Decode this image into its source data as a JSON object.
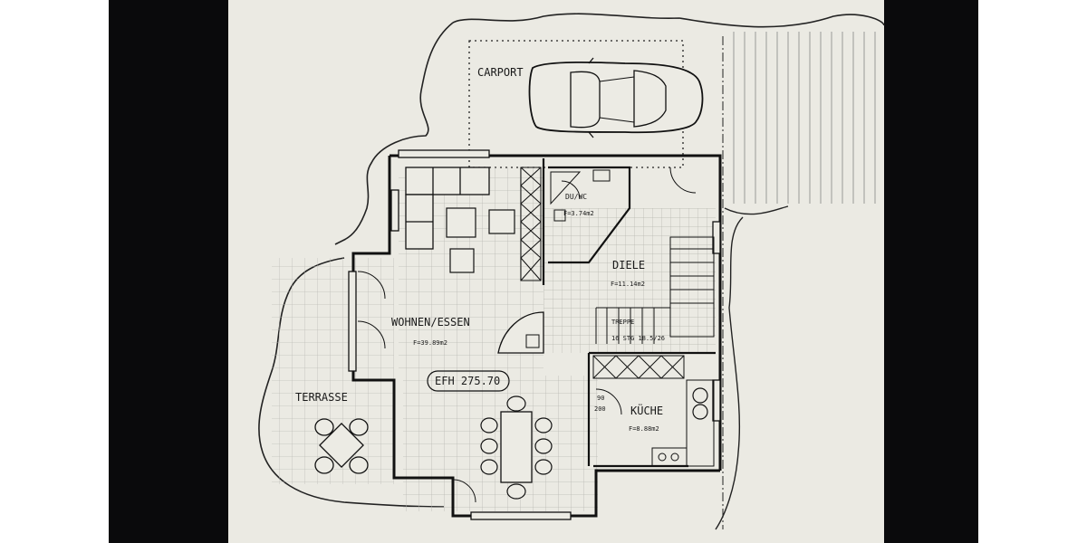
{
  "plan": {
    "rooms": {
      "carport": "CARPORT",
      "wc": "DU/WC",
      "wc_area": "F=3.74m2",
      "diele": "DIELE",
      "diele_area": "F=11.14m2",
      "wohnen": "WOHNEN/ESSEN",
      "wohnen_area": "F=39.89m2",
      "treppe": "TREPPE",
      "treppe_spec": "16 STG 18.5/26",
      "kueche": "KÜCHE",
      "kueche_area": "F=8.88m2",
      "terrasse": "TERRASSE"
    },
    "level_tag": "EFH 275.70",
    "opening_dims": {
      "width": "90",
      "height": "200"
    }
  },
  "colors": {
    "frame": "#0a0a0c",
    "paper": "#ebeae3",
    "ink": "#1a1a1a",
    "grid": "#b9b9b4"
  }
}
